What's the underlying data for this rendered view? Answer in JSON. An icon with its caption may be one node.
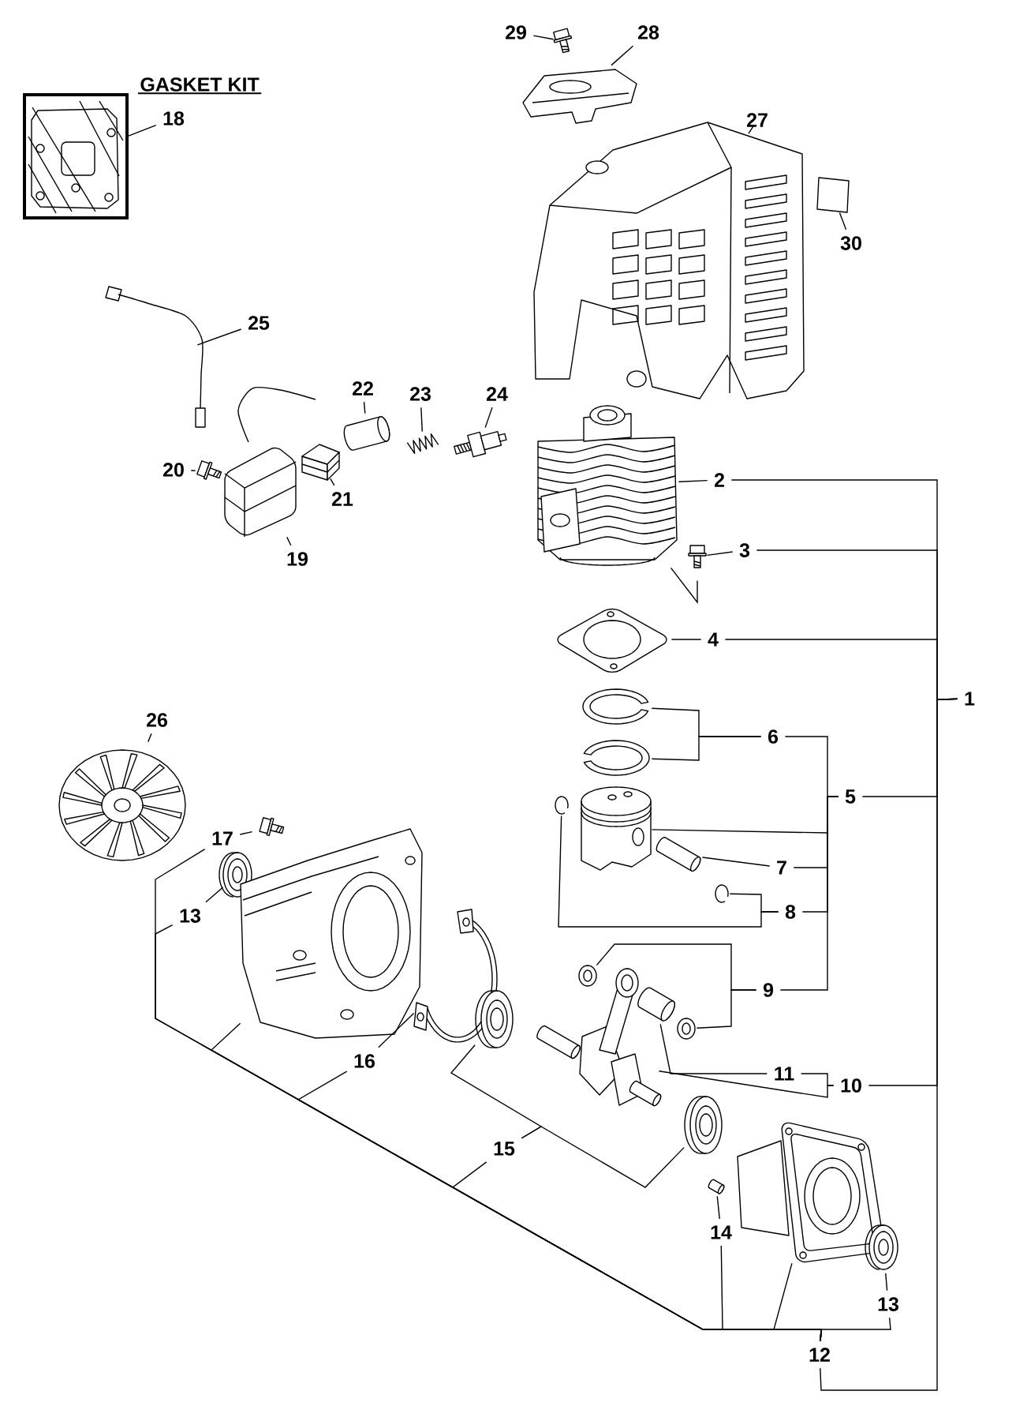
{
  "diagram": {
    "nodes": [
      {
        "text": [],
        "shape": "picture"
      },
      {
        "text": [
          "18"
        ]
      },
      {
        "text": [
          "29"
        ]
      },
      {
        "text": [],
        "shape": "picture"
      },
      {
        "text": [
          "28"
        ]
      },
      {
        "text": [],
        "shape": "picture"
      },
      {
        "text": [
          "27"
        ]
      },
      {
        "text": [],
        "shape": "picture"
      },
      {
        "text": [
          "30"
        ]
      },
      {
        "text": [],
        "shape": "box"
      },
      {
        "text": [
          "25"
        ]
      },
      {
        "text": [],
        "shape": "picture"
      },
      {
        "text": [
          "22"
        ]
      },
      {
        "text": [],
        "shape": "picture"
      },
      {
        "text": [
          "23"
        ]
      },
      {
        "text": [],
        "shape": "picture"
      },
      {
        "text": [
          "24"
        ]
      },
      {
        "text": [],
        "shape": "picture"
      },
      {
        "text": [
          "20"
        ]
      },
      {
        "text": [],
        "shape": "picture"
      },
      {
        "text": [
          "21"
        ]
      },
      {
        "text": [],
        "shape": "picture"
      },
      {
        "text": [
          "19"
        ]
      },
      {
        "text": [],
        "shape": "picture"
      },
      {
        "text": [],
        "shape": "picture"
      },
      {
        "text": [
          "2"
        ]
      },
      {
        "text": [],
        "shape": "picture"
      },
      {
        "text": [
          "3"
        ]
      },
      {
        "text": [],
        "shape": "picture"
      },
      {
        "text": [
          "4"
        ]
      },
      {
        "text": [
          "1"
        ]
      },
      {
        "text": [],
        "shape": "picture"
      },
      {
        "text": [],
        "shape": "picture"
      },
      {
        "text": [
          "6"
        ]
      },
      {
        "text": [
          "5"
        ]
      },
      {
        "text": [],
        "shape": "picture"
      },
      {
        "text": [],
        "shape": "picture"
      },
      {
        "text": [],
        "shape": "picture"
      },
      {
        "text": [
          "7"
        ]
      },
      {
        "text": [],
        "shape": "picture"
      },
      {
        "text": [
          "8"
        ]
      },
      {
        "text": [
          "26"
        ]
      },
      {
        "text": [],
        "shape": "picture"
      },
      {
        "text": [],
        "shape": "picture"
      },
      {
        "text": [
          "17"
        ]
      },
      {
        "text": [],
        "shape": "picture"
      },
      {
        "text": [
          "13"
        ]
      },
      {
        "text": [],
        "shape": "picture"
      },
      {
        "text": [],
        "shape": "picture"
      },
      {
        "text": [
          "9"
        ]
      },
      {
        "text": [],
        "shape": "picture"
      },
      {
        "text": [],
        "shape": "picture"
      },
      {
        "text": [],
        "shape": "picture"
      },
      {
        "text": [],
        "shape": "picture"
      },
      {
        "text": [],
        "shape": "picture"
      },
      {
        "text": [
          "16"
        ]
      },
      {
        "text": [
          "11"
        ]
      },
      {
        "text": [
          "10"
        ]
      },
      {
        "text": [
          "15"
        ]
      },
      {
        "text": [],
        "shape": "picture"
      },
      {
        "text": [],
        "shape": "picture"
      },
      {
        "text": [],
        "shape": "picture"
      },
      {
        "text": [
          "14"
        ]
      },
      {
        "text": [],
        "shape": "picture"
      },
      {
        "text": [
          "13"
        ]
      },
      {
        "text": [
          "12"
        ]
      }
    ],
    "edges": [
      {
        "from": 1,
        "to": 0,
        "arrow": "none"
      },
      {
        "from": 2,
        "to": 3,
        "arrow": "none"
      },
      {
        "from": 4,
        "to": 5,
        "arrow": "none"
      },
      {
        "from": 6,
        "to": 7,
        "arrow": "none"
      },
      {
        "from": 8,
        "to": 9,
        "arrow": "none"
      },
      {
        "from": 10,
        "to": 11,
        "arrow": "none"
      },
      {
        "from": 12,
        "to": 13,
        "arrow": "none"
      },
      {
        "from": 14,
        "to": 15,
        "arrow": "none"
      },
      {
        "from": 16,
        "to": 17,
        "arrow": "none"
      },
      {
        "from": 18,
        "to": 19,
        "arrow": "none"
      },
      {
        "from": 20,
        "to": 21,
        "arrow": "none"
      },
      {
        "from": 22,
        "to": 23,
        "arrow": "none"
      },
      {
        "from": 25,
        "to": 24,
        "arrow": "none"
      },
      {
        "from": 24,
        "to": 26,
        "arrow": "none"
      },
      {
        "from": 27,
        "to": 26,
        "arrow": "none"
      },
      {
        "from": 29,
        "to": 28,
        "arrow": "none"
      },
      {
        "from": 25,
        "to": 30,
        "arrow": "none"
      },
      {
        "from": 27,
        "to": 30,
        "arrow": "none"
      },
      {
        "from": 29,
        "to": 30,
        "arrow": "none"
      },
      {
        "from": 33,
        "to": 31,
        "arrow": "none"
      },
      {
        "from": 33,
        "to": 32,
        "arrow": "none"
      },
      {
        "from": 33,
        "to": 34,
        "arrow": "none"
      },
      {
        "from": 36,
        "to": 34,
        "arrow": "none"
      },
      {
        "from": 38,
        "to": 37,
        "arrow": "none"
      },
      {
        "from": 38,
        "to": 34,
        "arrow": "none"
      },
      {
        "from": 40,
        "to": 39,
        "arrow": "none"
      },
      {
        "from": 40,
        "to": 35,
        "arrow": "none"
      },
      {
        "from": 40,
        "to": 34,
        "arrow": "none"
      },
      {
        "from": 34,
        "to": 30,
        "arrow": "none"
      },
      {
        "from": 41,
        "to": 42,
        "arrow": "none"
      },
      {
        "from": 44,
        "to": 43,
        "arrow": "none"
      },
      {
        "from": 46,
        "to": 45,
        "arrow": "none"
      },
      {
        "from": 49,
        "to": 48,
        "arrow": "none"
      },
      {
        "from": 49,
        "to": 52,
        "arrow": "none"
      },
      {
        "from": 49,
        "to": 34,
        "arrow": "none"
      },
      {
        "from": 56,
        "to": 51,
        "arrow": "none"
      },
      {
        "from": 56,
        "to": 57,
        "arrow": "none"
      },
      {
        "from": 54,
        "to": 57,
        "arrow": "none"
      },
      {
        "from": 57,
        "to": 30,
        "arrow": "none"
      },
      {
        "from": 55,
        "to": 50,
        "arrow": "none"
      },
      {
        "from": 58,
        "to": 53,
        "arrow": "none"
      },
      {
        "from": 58,
        "to": 59,
        "arrow": "none"
      },
      {
        "from": 62,
        "to": 61,
        "arrow": "none"
      },
      {
        "from": 64,
        "to": 63,
        "arrow": "none"
      },
      {
        "from": 44,
        "to": 65,
        "arrow": "none"
      },
      {
        "from": 46,
        "to": 65,
        "arrow": "none"
      },
      {
        "from": 47,
        "to": 65,
        "arrow": "none"
      },
      {
        "from": 55,
        "to": 65,
        "arrow": "none"
      },
      {
        "from": 58,
        "to": 65,
        "arrow": "none"
      },
      {
        "from": 62,
        "to": 65,
        "arrow": "none"
      },
      {
        "from": 60,
        "to": 65,
        "arrow": "none"
      },
      {
        "from": 64,
        "to": 65,
        "arrow": "none"
      },
      {
        "from": 65,
        "to": 30,
        "arrow": "none"
      }
    ],
    "labels": [
      "GASKET KIT"
    ]
  }
}
